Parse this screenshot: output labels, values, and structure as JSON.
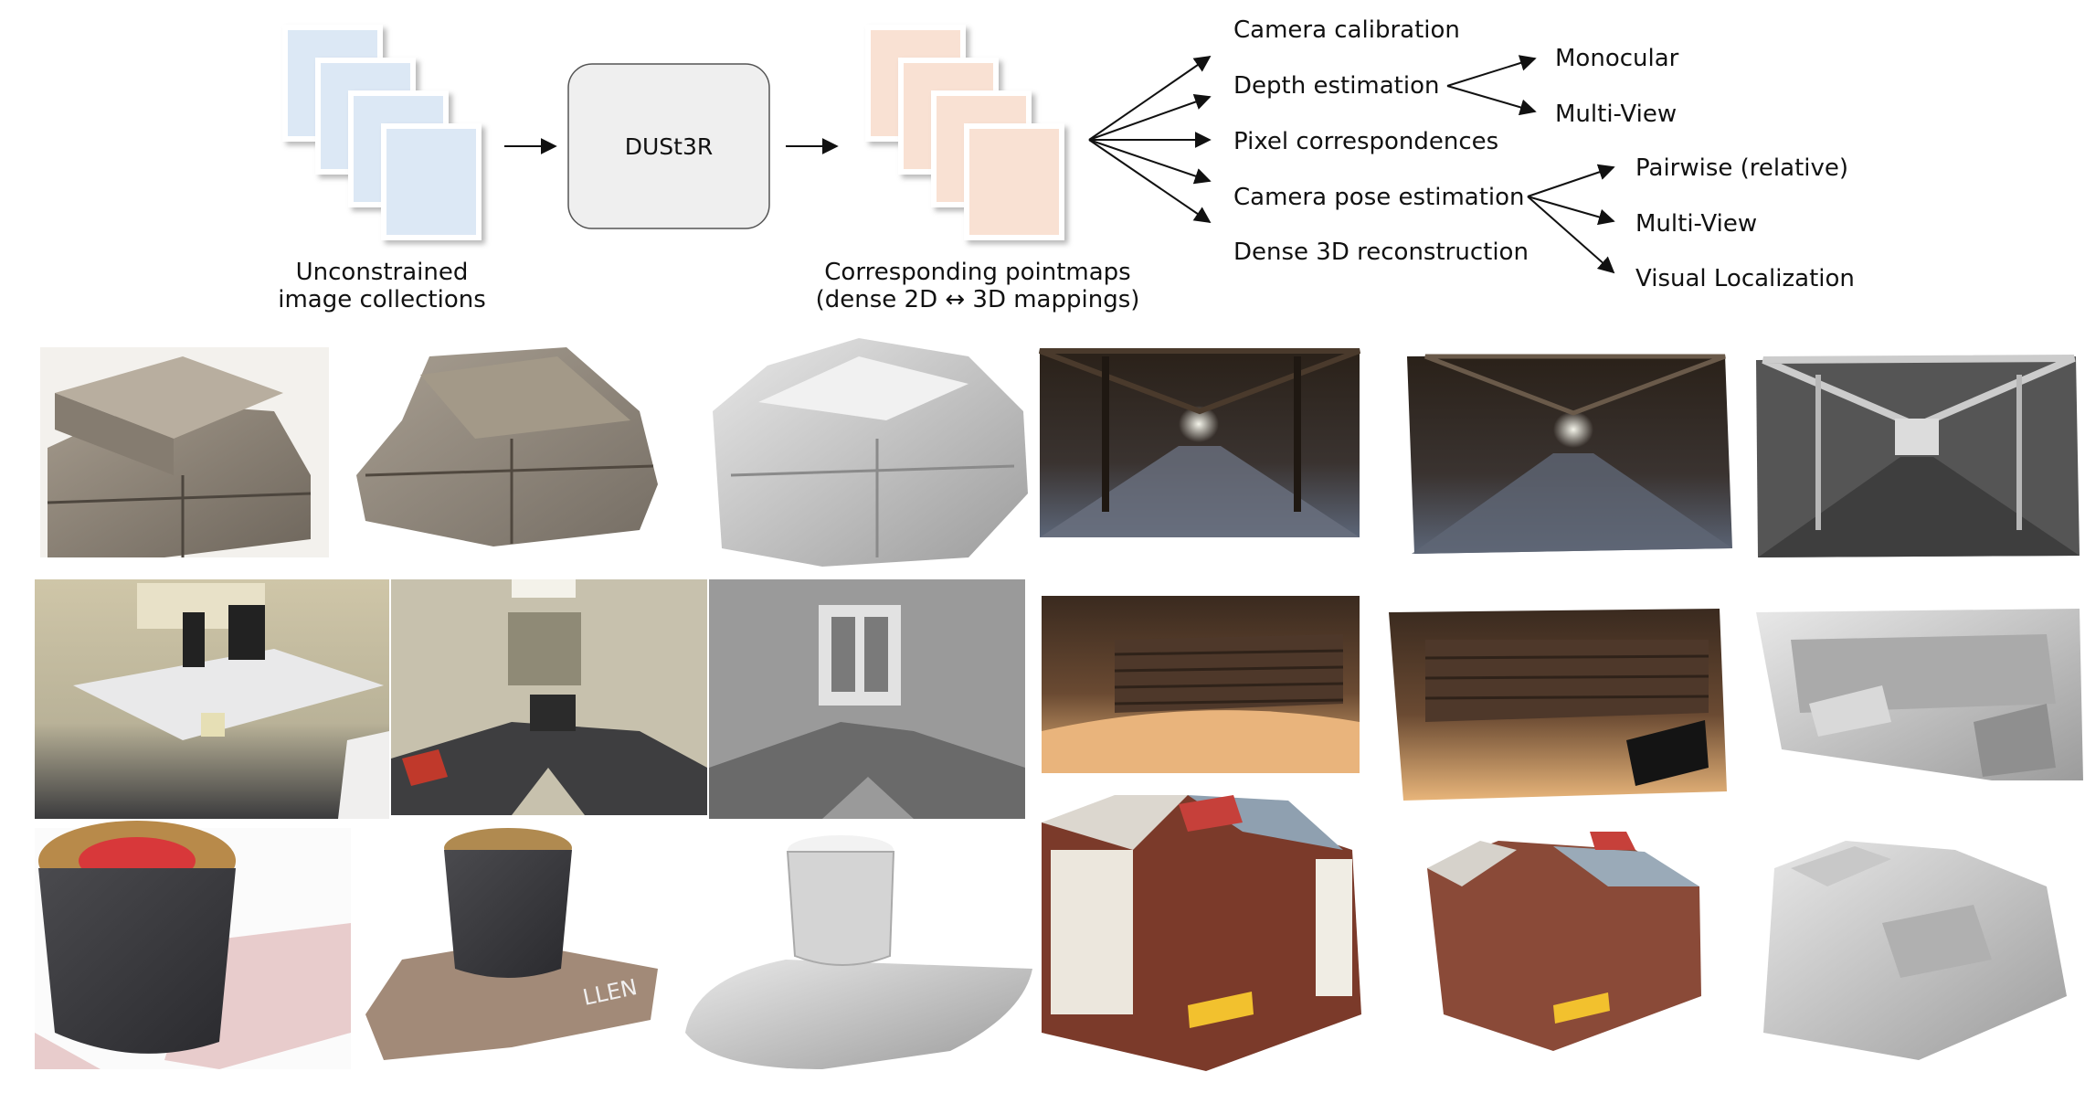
{
  "diagram": {
    "input_caption": [
      "Unconstrained",
      "image collections"
    ],
    "model_label": "DUSt3R",
    "output_caption": [
      "Corresponding pointmaps",
      "(dense 2D ↔ 3D mappings)"
    ],
    "tasks": [
      "Camera calibration",
      "Depth estimation",
      "Pixel correspondences",
      "Camera pose estimation",
      "Dense 3D reconstruction"
    ],
    "depth_subtasks": [
      "Monocular",
      "Multi-View"
    ],
    "pose_subtasks": [
      "Pairwise (relative)",
      "Multi-View",
      "Visual Localization"
    ],
    "colors": {
      "input_stack": "#dce8f5",
      "output_stack": "#f9e1d3",
      "model_box": "#efefef",
      "arrows": "#111111"
    }
  },
  "examples": {
    "rows": [
      {
        "left_scene": [
          "brick-pile-photo",
          "brick-pile-colored-pointcloud",
          "brick-pile-gray-mesh"
        ],
        "right_scene": [
          "covered-bridge-photo",
          "covered-bridge-colored-pointcloud",
          "covered-bridge-gray-mesh"
        ]
      },
      {
        "left_scene": [
          "office-photo",
          "office-colored-pointcloud",
          "office-gray-mesh"
        ],
        "right_scene": [
          "auditorium-photo",
          "auditorium-colored-pointcloud",
          "auditorium-gray-mesh"
        ]
      },
      {
        "left_scene": [
          "painted-cup-photo",
          "painted-cup-colored-pointcloud",
          "painted-cup-gray-mesh"
        ],
        "right_scene": [
          "model-houses-photo",
          "model-houses-colored-pointcloud",
          "model-houses-gray-mesh"
        ]
      }
    ]
  }
}
